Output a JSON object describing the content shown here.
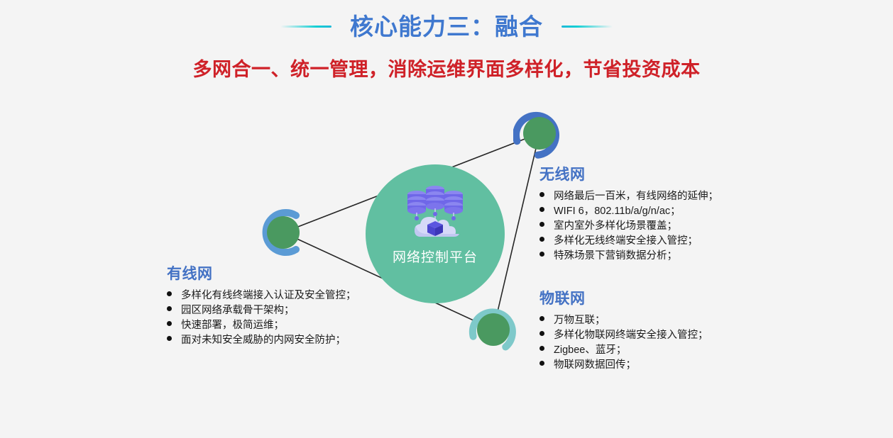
{
  "page": {
    "background_color": "#f4f4f4",
    "title": "核心能力三：融合",
    "title_color": "#3f78cf",
    "accent_line_color": "#13cfd4",
    "subtitle": "多网合一、统一管理，消除运维界面多样化，节省投资成本",
    "subtitle_color": "#cf2128"
  },
  "diagram": {
    "hub": {
      "label": "网络控制平台",
      "fill_color": "#61bfa1",
      "label_color": "#ffffff",
      "icon": "cloud-database-icon"
    },
    "nodes": [
      {
        "id": "wireless",
        "name": "node-wireless",
        "dot_color": "#4a9960",
        "arc_color": "#4472c4"
      },
      {
        "id": "wired",
        "name": "node-wired",
        "dot_color": "#4a9960",
        "arc_color": "#5b9bd5"
      },
      {
        "id": "iot",
        "name": "node-iot",
        "dot_color": "#4a9960",
        "arc_color": "#7ec9ca"
      }
    ],
    "edge_color": "#262626"
  },
  "sections": {
    "wireless": {
      "title": "无线网",
      "items": [
        "网络最后一百米，有线网络的延伸；",
        "WIFI 6，802.11b/a/g/n/ac；",
        "室内室外多样化场景覆盖；",
        "多样化无线终端安全接入管控；",
        "特殊场景下营销数据分析；"
      ]
    },
    "iot": {
      "title": "物联网",
      "items": [
        "万物互联；",
        "多样化物联网终端安全接入管控；",
        "Zigbee、蓝牙；",
        "物联网数据回传；"
      ]
    },
    "wired": {
      "title": "有线网",
      "items": [
        "多样化有线终端接入认证及安全管控；",
        "园区网络承载骨干架构；",
        "快速部署，极简运维；",
        "面对未知安全威胁的内网安全防护；"
      ]
    }
  }
}
